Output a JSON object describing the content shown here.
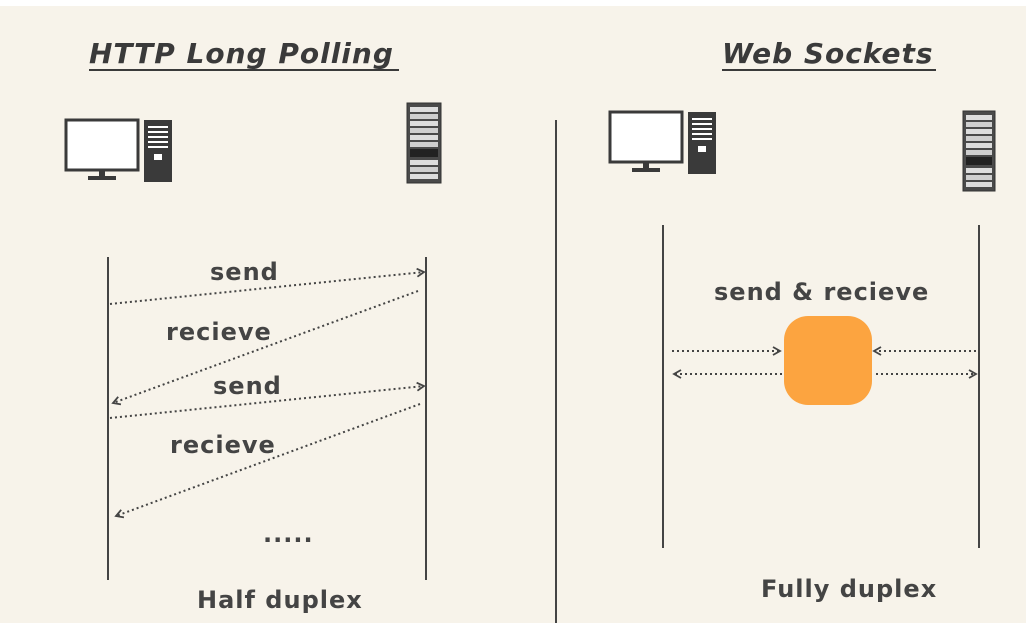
{
  "colors": {
    "background": "#f7f3ea",
    "ink": "#444444",
    "accent": "#fca440"
  },
  "left": {
    "title": "HTTP Long Polling",
    "messages": [
      {
        "label": "send",
        "direction": "client-to-server"
      },
      {
        "label": "recieve",
        "direction": "server-to-client"
      },
      {
        "label": "send",
        "direction": "client-to-server"
      },
      {
        "label": "recieve",
        "direction": "server-to-client"
      }
    ],
    "ellipsis": ".....",
    "footer": "Half duplex",
    "icons": {
      "client": "desktop-computer-icon",
      "server": "server-tower-icon"
    }
  },
  "right": {
    "title": "Web Sockets",
    "label": "send & recieve",
    "footer": "Fully duplex",
    "icons": {
      "client": "desktop-computer-icon",
      "server": "server-tower-icon",
      "channel": "orange-channel-shape"
    }
  }
}
